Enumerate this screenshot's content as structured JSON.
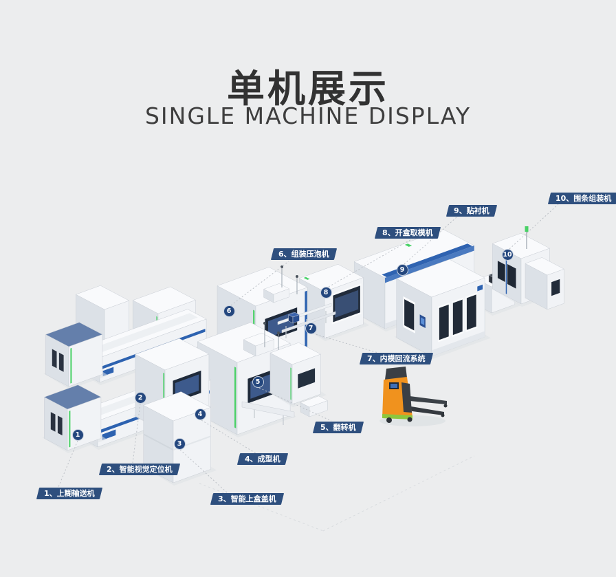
{
  "title": {
    "zh": "单机展示",
    "en": "SINGLE MACHINE DISPLAY"
  },
  "machines": [
    {
      "num": "1",
      "label": "1、上糊输送机"
    },
    {
      "num": "2",
      "label": "2、智能视觉定位机"
    },
    {
      "num": "3",
      "label": "3、智能上盒盖机"
    },
    {
      "num": "4",
      "label": "4、成型机"
    },
    {
      "num": "5",
      "label": "5、翻转机"
    },
    {
      "num": "6",
      "label": "6、组装压泡机"
    },
    {
      "num": "7",
      "label": "7、内模回流系统"
    },
    {
      "num": "8",
      "label": "8、开盒取模机"
    },
    {
      "num": "9",
      "label": "9、贴衬机"
    },
    {
      "num": "10",
      "label": "10、围条组装机"
    }
  ],
  "colors": {
    "background": "#ecedee",
    "label_badge": "#2e4f7e",
    "number_marker": "#24477e",
    "machine_accent_blue": "#2d62b0",
    "indicator_green": "#49d166",
    "agv_orange": "#f0921e"
  }
}
